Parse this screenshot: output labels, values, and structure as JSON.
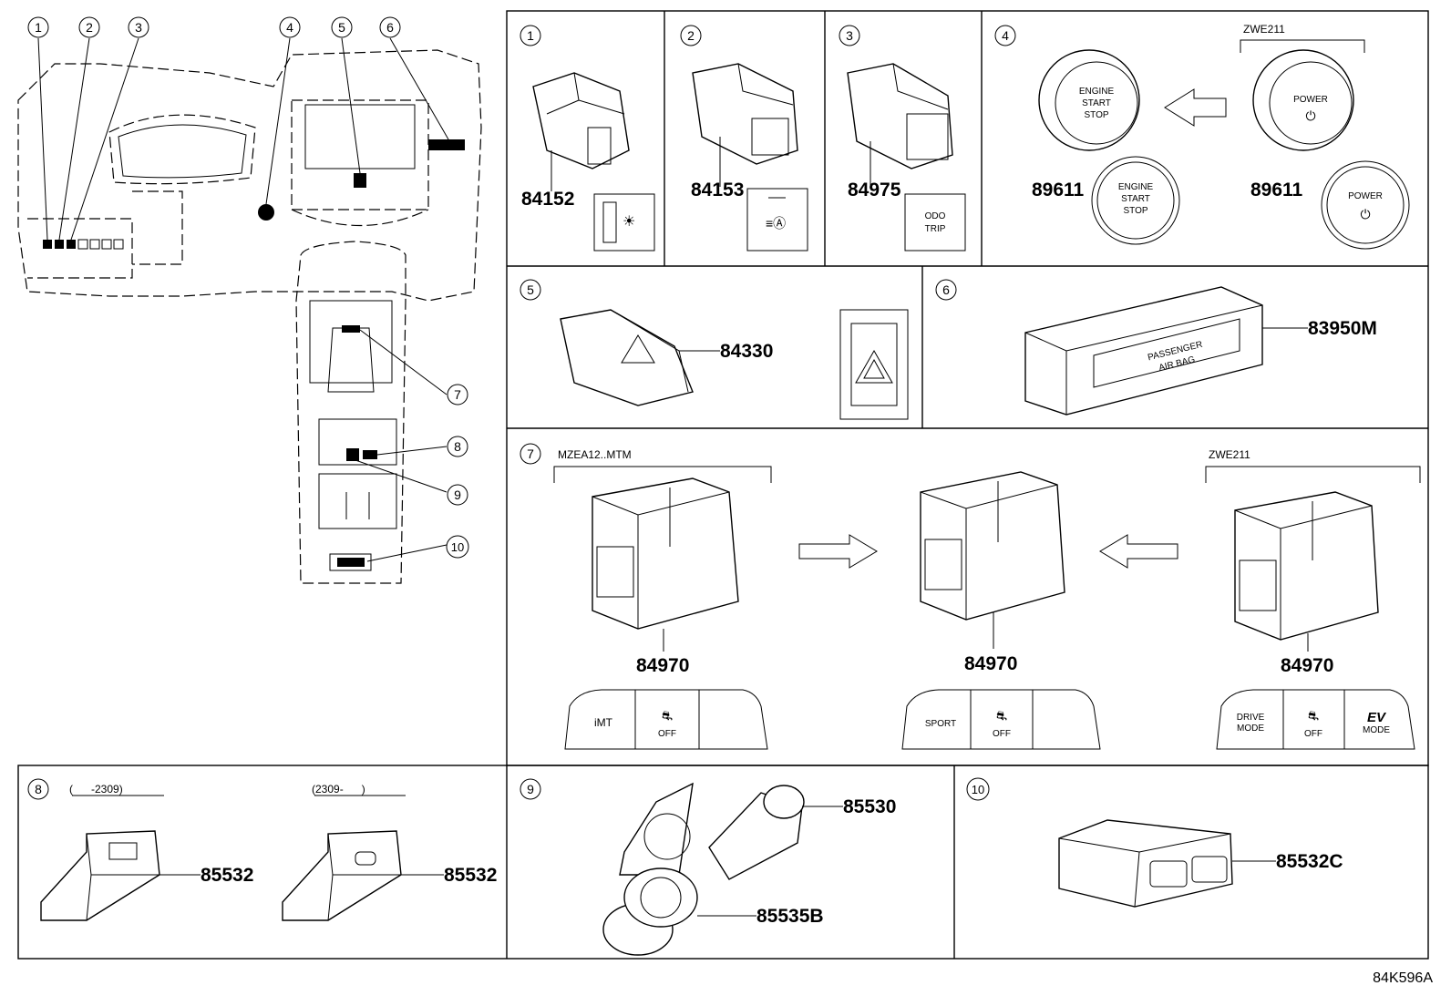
{
  "overview": {
    "callouts": [
      "1",
      "2",
      "3",
      "4",
      "5",
      "6",
      "7",
      "8",
      "9",
      "10"
    ]
  },
  "panels": {
    "p1": {
      "num": "1",
      "part": "84152"
    },
    "p2": {
      "num": "2",
      "part": "84153"
    },
    "p3": {
      "num": "3",
      "part": "84975",
      "face_text_1": "ODO",
      "face_text_2": "TRIP"
    },
    "p4": {
      "num": "4",
      "variant": "ZWE211",
      "part_left": "89611",
      "part_right": "89611",
      "engine_l1": "ENGINE",
      "engine_l2": "START",
      "engine_l3": "STOP",
      "power": "POWER"
    },
    "p5": {
      "num": "5",
      "part": "84330"
    },
    "p6": {
      "num": "6",
      "part": "83950M",
      "face_text_1": "PASSENGER",
      "face_text_2": "AIR BAG"
    },
    "p7": {
      "num": "7",
      "variant_left": "MZEA12..MTM",
      "variant_right": "ZWE211",
      "part_left": "84970",
      "part_mid": "84970",
      "part_right": "84970",
      "imt": "iMT",
      "sport": "SPORT",
      "off": "OFF",
      "drive_mode_1": "DRIVE",
      "drive_mode_2": "MODE",
      "ev": "EV",
      "ev_mode": "MODE"
    },
    "p8": {
      "num": "8",
      "range_left": "(      -2309)",
      "range_right": "(2309-      )",
      "part_left": "85532",
      "part_right": "85532"
    },
    "p9": {
      "num": "9",
      "part_top": "85530",
      "part_bottom": "85535B"
    },
    "p10": {
      "num": "10",
      "part": "85532C"
    }
  },
  "diagram_code": "84K596A"
}
